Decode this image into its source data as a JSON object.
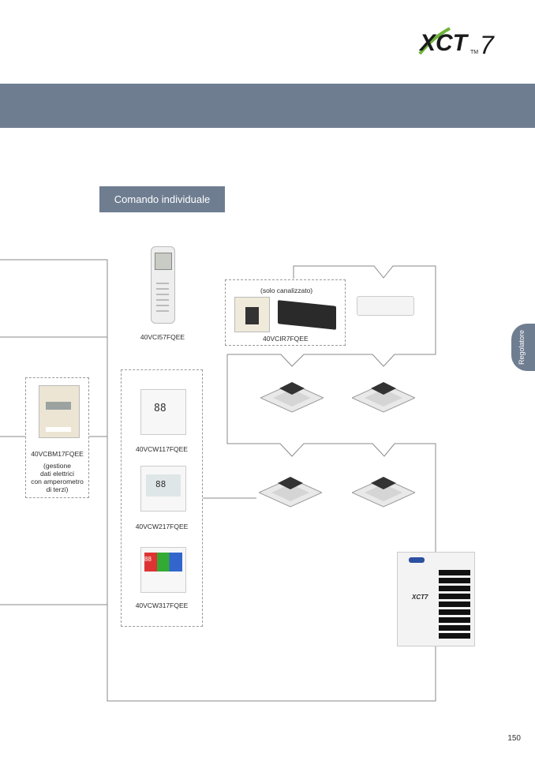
{
  "brand": {
    "logo_text": "XCT",
    "logo_suffix": "7",
    "logo_tm": "TM"
  },
  "section": {
    "tag": "Comando individuale",
    "side_tab": "Regolatore"
  },
  "devices": {
    "remote": "40VCI57FQEE",
    "canal_note": "(solo canalizzato)",
    "receiver": "40VCIR7FQEE",
    "meter_code": "40VCBM17FQEE",
    "meter_note": [
      "(gestione",
      "dati elettrici",
      "con amperometro",
      "di terzi)"
    ],
    "wired1": "40VCW117FQEE",
    "wired2": "40VCW217FQEE",
    "wired3": "40VCW317FQEE",
    "display1": "88",
    "display2": "88",
    "display3": "88",
    "outdoor_label": "XCT7"
  },
  "page": {
    "number": "150"
  }
}
